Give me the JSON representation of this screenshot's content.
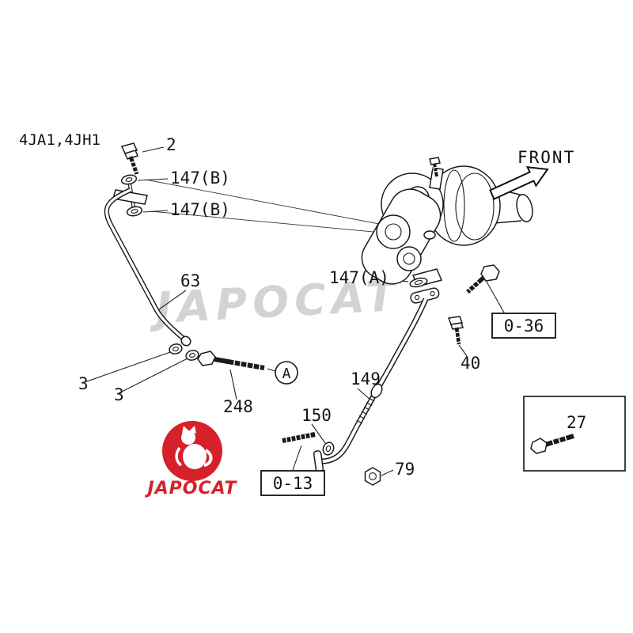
{
  "diagram": {
    "model_code": "4JA1,4JH1",
    "front_label": "FRONT",
    "watermark_text": "JAPOCAT",
    "logo": {
      "text": "JAPOCAT",
      "color": "#d6212a"
    },
    "part_labels": [
      {
        "text": "2"
      },
      {
        "text": "147(B)"
      },
      {
        "text": "147(B)"
      },
      {
        "text": "63"
      },
      {
        "text": "147(A)"
      },
      {
        "text": "40"
      },
      {
        "text": "3"
      },
      {
        "text": "3"
      },
      {
        "text": "248"
      },
      {
        "text": "149"
      },
      {
        "text": "150"
      },
      {
        "text": "79"
      },
      {
        "text": "27"
      }
    ],
    "ref_boxes": [
      {
        "text": "0-36"
      },
      {
        "text": "0-13"
      }
    ],
    "view_marker": "A"
  }
}
